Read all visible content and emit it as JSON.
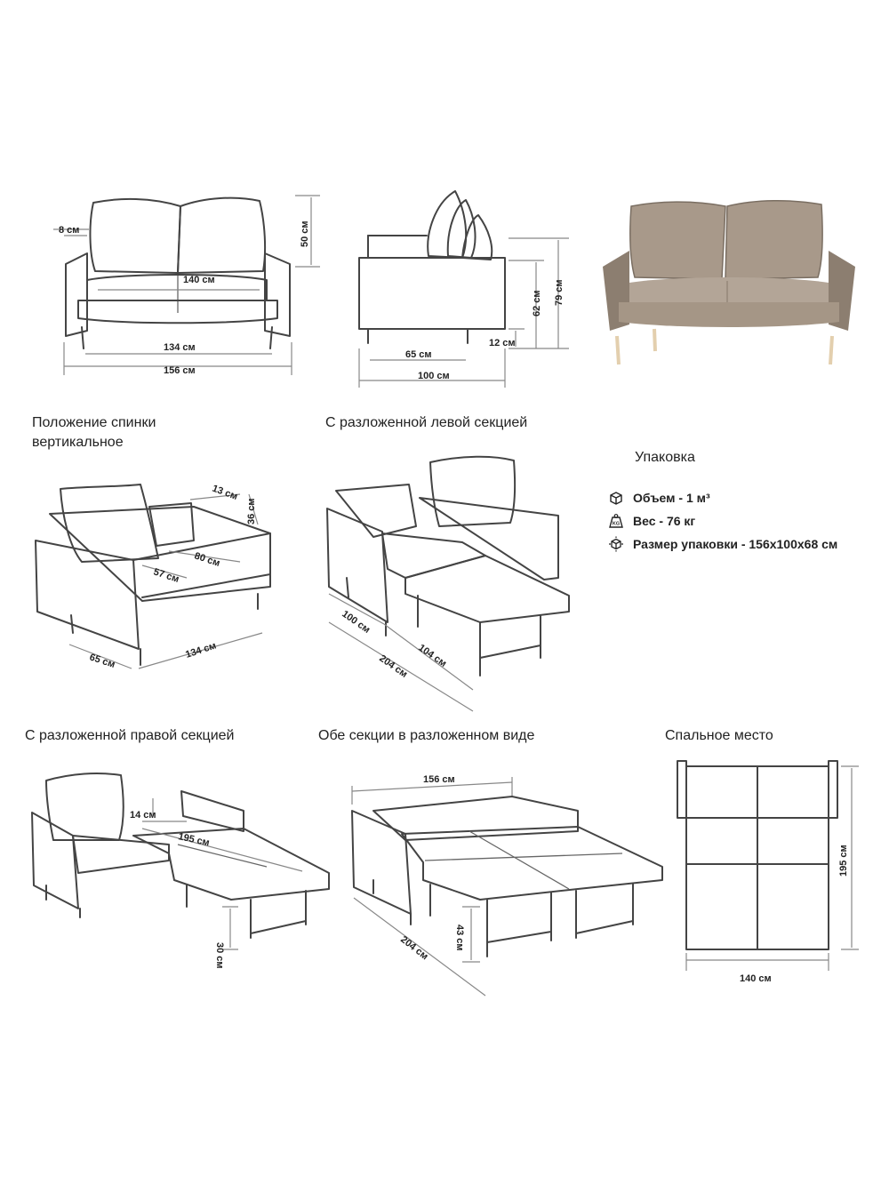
{
  "section_titles": {
    "back_vertical_line1": "Положение спинки",
    "back_vertical_line2": "вертикальное",
    "left_unfolded": "С разложенной левой секцией",
    "right_unfolded": "С разложенной правой секцией",
    "both_unfolded": "Обе секции в разложенном виде",
    "sleeping_place": "Спальное место"
  },
  "packaging": {
    "title": "Упаковка",
    "volume": "Объем - 1 м³",
    "weight": "Вес - 76 кг",
    "size": "Размер упаковки - 156х100х68 см",
    "icons": [
      "box-volume-icon",
      "weight-kg-icon",
      "package-size-icon"
    ]
  },
  "front_view": {
    "armrest": "8 см",
    "back_height": "50 см",
    "seat_width": "140 см",
    "legs_span": "134 см",
    "total_width": "156 см"
  },
  "side_view": {
    "total_height": "79 см",
    "arm_height": "62 см",
    "leg_height": "12 см",
    "seat_depth": "65 см",
    "total_depth": "100 см"
  },
  "iso_view": {
    "arm_width": "13 см",
    "arm_height": "36 см",
    "seat_depth_right": "80 см",
    "seat_depth_left": "57 см",
    "depth": "65 см",
    "width": "134 см"
  },
  "left_section": {
    "depth": "100 см",
    "ext": "104 см",
    "total": "204 см"
  },
  "right_section": {
    "gap": "14 см",
    "length": "195 см",
    "height": "30 см"
  },
  "both_sections": {
    "width": "156 см",
    "height": "43 см",
    "total": "204 см"
  },
  "sleeping": {
    "length": "195 см",
    "width": "140 см"
  },
  "colors": {
    "upholstery": "#a8998a",
    "upholstery_dark": "#8c7e70",
    "legs": "#e3cfae",
    "line": "#444444"
  }
}
